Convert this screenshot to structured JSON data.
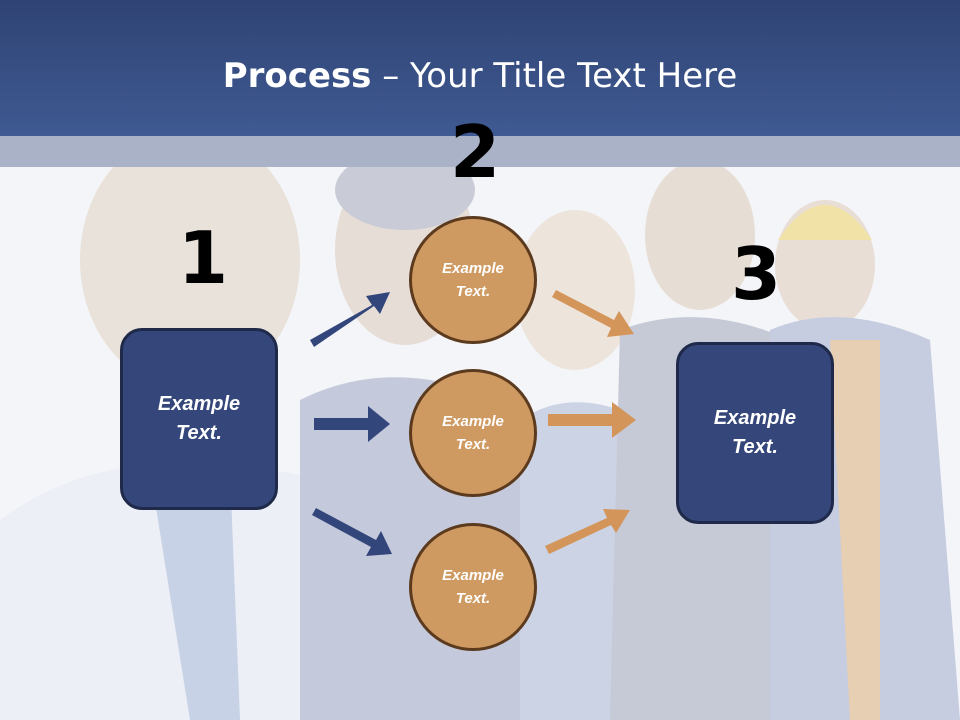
{
  "slide": {
    "title_bold": "Process",
    "title_rest": " – Your Title Text Here"
  },
  "steps": [
    {
      "number": "1",
      "label": "Example\nText."
    },
    {
      "number": "2",
      "items": [
        "Example\nText.",
        "Example\nText.",
        "Example\nText."
      ]
    },
    {
      "number": "3",
      "label": "Example\nText."
    }
  ],
  "colors": {
    "header": "#3a5088",
    "box_fill": "#34467a",
    "circle_fill": "#cf9a62",
    "arrow_blue": "#33467c",
    "arrow_orange": "#d4955a"
  }
}
